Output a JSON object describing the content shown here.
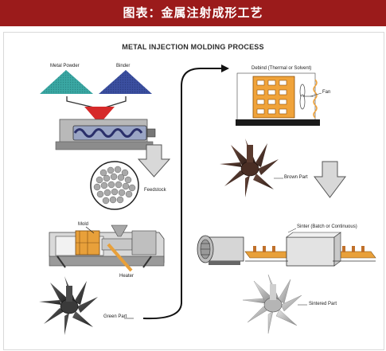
{
  "header": {
    "title": "图表：金属注射成形工艺"
  },
  "diagram": {
    "title": "METAL INJECTION MOLDING PROCESS",
    "labels": {
      "metal_powder": "Metal Powder",
      "binder": "Binder",
      "feedstock": "Feedstock",
      "mold": "Mold",
      "heater": "Heater",
      "green_part": "Green Part",
      "debind": "Debind (Thermal or Solvent)",
      "fan": "Fan",
      "brown_part": "Brown Part",
      "sinter": "Sinter (Batch or Continuous)",
      "sintered_part": "Sintered Part"
    }
  },
  "colors": {
    "header_bg": "#9b1b1b",
    "metal_powder": "#3aa7a3",
    "binder": "#3b4fa0",
    "funnel": "#d62a2a",
    "debind_oven": "#f0a33a",
    "sinter_belt": "#e8a03a"
  }
}
